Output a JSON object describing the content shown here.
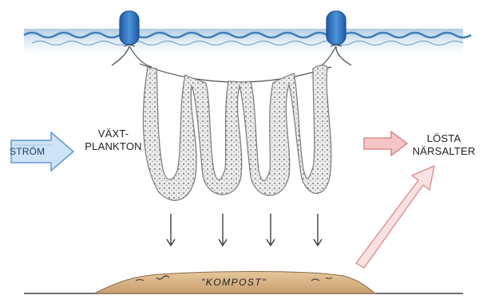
{
  "labels": {
    "current_line1": "STRÖM",
    "phyto_line1": "VÄXT-",
    "phyto_line2": "PLANKTON",
    "nutrients_line1": "LÖSTA",
    "nutrients_line2": "NÄRSALTER",
    "compost": "\"KOMPOST\""
  },
  "colors": {
    "water": "#8fb8d8",
    "buoy": "#2f6fb8",
    "net": "#9a9a9a",
    "current_arrow": "#7fb2e0",
    "nutrient_arrow": "#f2a3a3",
    "sediment": "#d9b88f"
  }
}
